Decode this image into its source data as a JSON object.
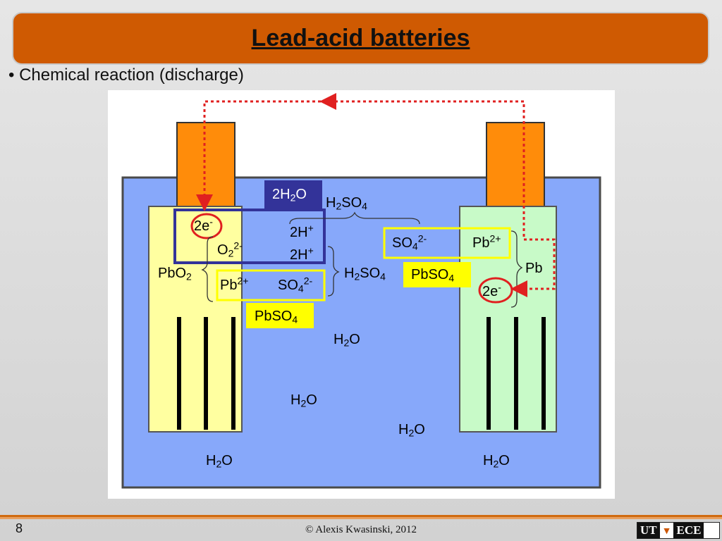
{
  "slide": {
    "title": "Lead-acid batteries",
    "bullet": "• Chemical reaction (discharge)",
    "page_number": "8",
    "copyright": "© Alexis Kwasinski, 2012",
    "logo": {
      "left": "UT",
      "right": "ECE"
    }
  },
  "diagram": {
    "water_top": {
      "main": "2H",
      "sub": "2",
      "tail": "O"
    },
    "acid_top": {
      "main": "H",
      "sub": "2",
      "tail": "SO",
      "sub2": "4"
    },
    "left_electron": {
      "main": "2e",
      "sup": "-"
    },
    "oxide_ion": {
      "main": "O",
      "sub": "2",
      "sup": "2-"
    },
    "proton_1": {
      "main": "2H",
      "sup": "+"
    },
    "proton_2": {
      "main": "2H",
      "sup": "+"
    },
    "lead_dioxide": {
      "main": "PbO",
      "sub": "2"
    },
    "left_pb_ion": {
      "main": "Pb",
      "sup": "2+"
    },
    "left_sulfate": {
      "main": "SO",
      "sub": "4",
      "sup": "2-"
    },
    "acid_middle": {
      "main": "H",
      "sub": "2",
      "tail": "SO",
      "sub2": "4"
    },
    "left_pbso4": {
      "main": "PbSO",
      "sub": "4"
    },
    "right_sulfate": {
      "main": "SO",
      "sub": "4",
      "sup": "2-"
    },
    "right_pb_ion": {
      "main": "Pb",
      "sup": "2+"
    },
    "right_pbso4": {
      "main": "PbSO",
      "sub": "4"
    },
    "lead": "Pb",
    "right_electron": {
      "main": "2e",
      "sup": "-"
    },
    "water_labels": [
      {
        "main": "H",
        "sub": "2",
        "tail": "O"
      },
      {
        "main": "H",
        "sub": "2",
        "tail": "O"
      },
      {
        "main": "H",
        "sub": "2",
        "tail": "O"
      },
      {
        "main": "H",
        "sub": "2",
        "tail": "O"
      },
      {
        "main": "H",
        "sub": "2",
        "tail": "O"
      }
    ],
    "colors": {
      "electrolyte": "#87a8fa",
      "cell_outline": "#4a4a4a",
      "left_plate": "#ffffa0",
      "right_plate": "#c8fac8",
      "terminal": "#ff8c0a",
      "grid_bar": "#000000",
      "highlight_yellow": "#ffff00",
      "highlight_blue": "#333399",
      "circle_red": "#e02020",
      "electron_path": "#e02020"
    }
  }
}
